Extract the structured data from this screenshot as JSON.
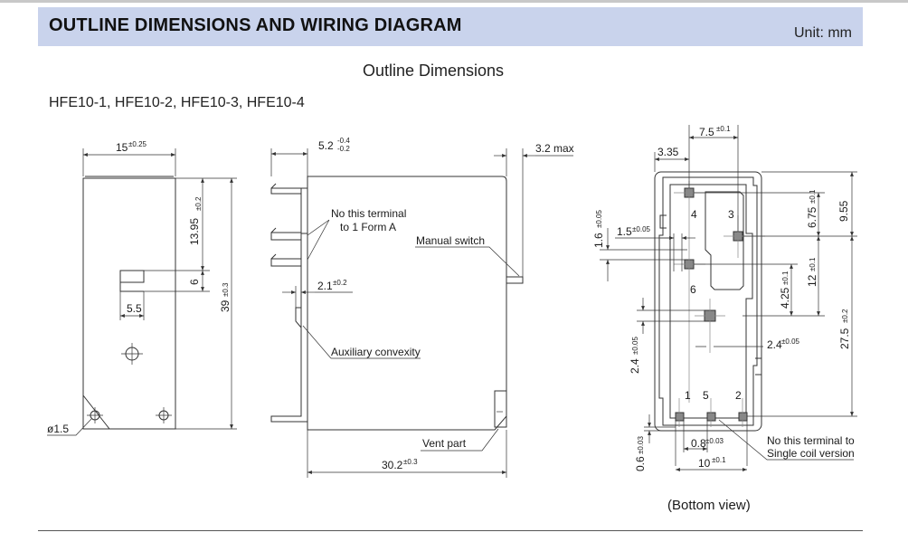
{
  "header": {
    "title": "OUTLINE DIMENSIONS AND WIRING DIAGRAM",
    "unit": "Unit: mm"
  },
  "section_title": "Outline Dimensions",
  "models": "HFE10-1, HFE10-2, HFE10-3, HFE10-4",
  "front": {
    "width_val": "15",
    "width_tol": "±0.25",
    "h1_val": "13.95",
    "h1_tol": "±0.2",
    "h2": "6",
    "w2": "5.5",
    "h3_val": "39",
    "h3_tol": "±0.3",
    "hole": "ø1.5"
  },
  "side": {
    "d1_val": "5.2",
    "d1_tol_top": "-0.4",
    "d1_tol_bot": "-0.2",
    "d2": "3.2 max",
    "note1_line1": "No this terminal",
    "note1_line2": "to 1 Form A",
    "manual": "Manual switch",
    "d3_val": "2.1",
    "d3_tol": "±0.2",
    "aux": "Auxiliary convexity",
    "vent": "Vent part",
    "len_val": "30.2",
    "len_tol": "±0.3"
  },
  "bottom": {
    "b1_val": "7.5",
    "b1_tol": "±0.1",
    "b2": "3.35",
    "b3_val": "9.55",
    "b4_val": "6.75",
    "b4_tol": "±0.1",
    "b5_val": "1.6",
    "b5_tol": "±0.05",
    "b6_val": "1.5",
    "b6_tol": "±0.05",
    "b7_val": "12",
    "b7_tol": "±0.1",
    "b8_val": "4.25",
    "b8_tol": "±0.1",
    "b9_val": "27.5",
    "b9_tol": "±0.2",
    "b10_val": "2.4",
    "b10_tol": "±0.05",
    "b11_val": "2.4",
    "b11_tol": "±0.05",
    "b12_val": "0.8",
    "b12_tol": "±0.03",
    "b13_val": "0.6",
    "b13_tol": "±0.03",
    "b14_val": "10",
    "b14_tol": "±0.1",
    "note2_line1": "No this terminal to",
    "note2_line2": "Single coil version",
    "pin_labels": [
      "4",
      "3",
      "6",
      "1",
      "5",
      "2"
    ],
    "caption": "(Bottom view)"
  }
}
